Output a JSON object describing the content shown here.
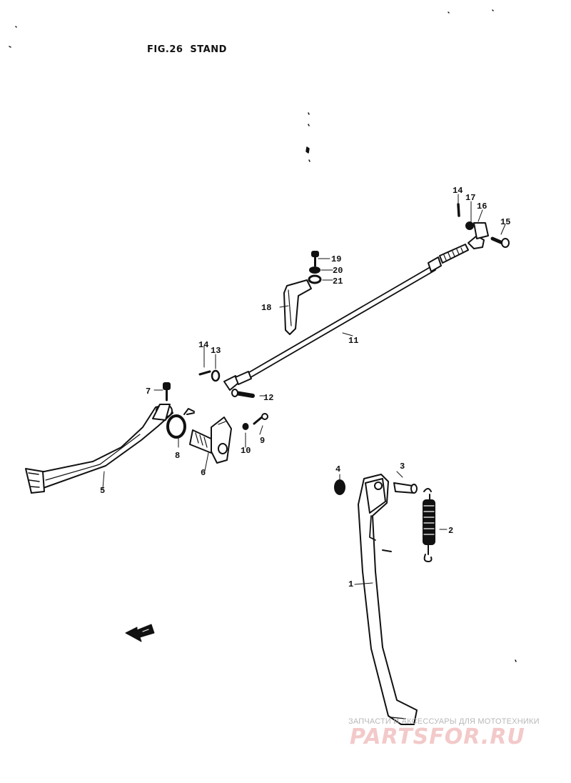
{
  "figure": {
    "fig_label": "FIG.26",
    "title": "STAND"
  },
  "callouts": [
    "1",
    "2",
    "3",
    "4",
    "5",
    "6",
    "7",
    "8",
    "9",
    "10",
    "11",
    "12",
    "13",
    "14",
    "14",
    "15",
    "16",
    "17",
    "18",
    "19",
    "20",
    "21"
  ],
  "watermark": {
    "caption": "ЗАПЧАСТИ И АКСЕССУАРЫ ДЛЯ МОТОТЕХНИКИ",
    "logo": "PARTSFOR.RU"
  },
  "icons": [
    "direction-arrow-icon"
  ]
}
